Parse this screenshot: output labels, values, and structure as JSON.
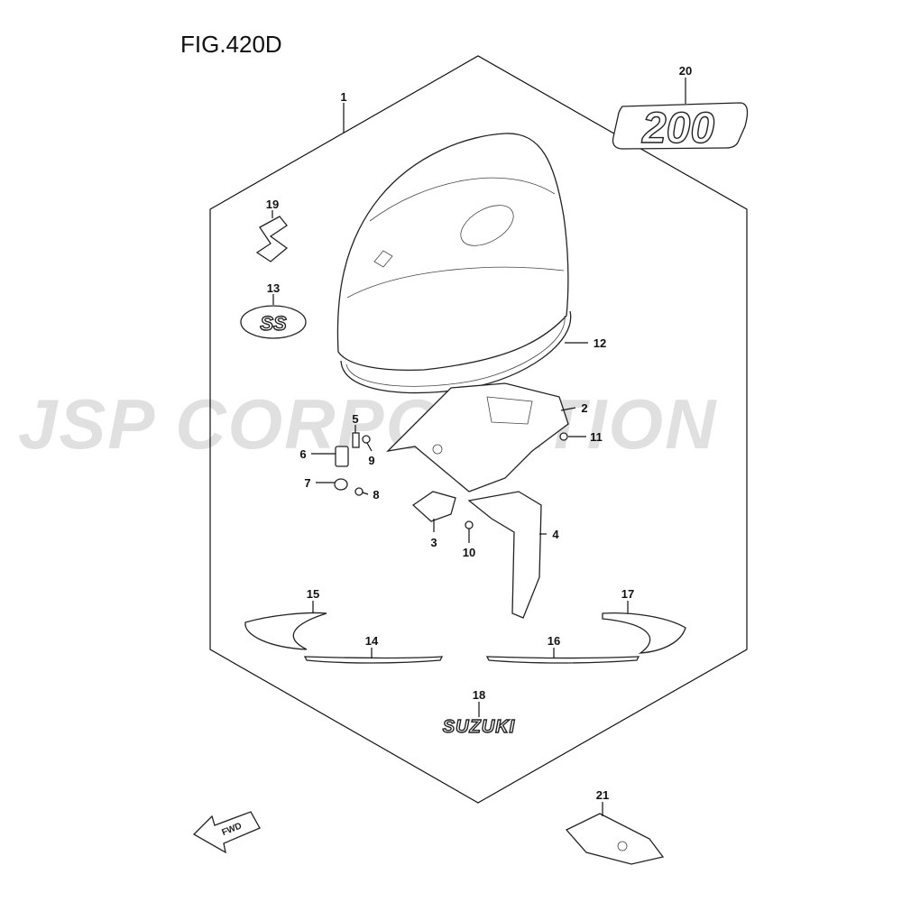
{
  "figure": {
    "title": "FIG.420D"
  },
  "watermark": "JSP CORPORATION",
  "decal_text": {
    "model": "200",
    "brand": "SUZUKI",
    "ss": "SS",
    "fwd": "FWD"
  },
  "callouts": {
    "c1": "1",
    "c2": "2",
    "c3": "3",
    "c4": "4",
    "c5": "5",
    "c6": "6",
    "c7": "7",
    "c8": "8",
    "c9": "9",
    "c10": "10",
    "c11": "11",
    "c12": "12",
    "c13": "13",
    "c14": "14",
    "c15": "15",
    "c16": "16",
    "c17": "17",
    "c18": "18",
    "c19": "19",
    "c20": "20",
    "c21": "21"
  }
}
